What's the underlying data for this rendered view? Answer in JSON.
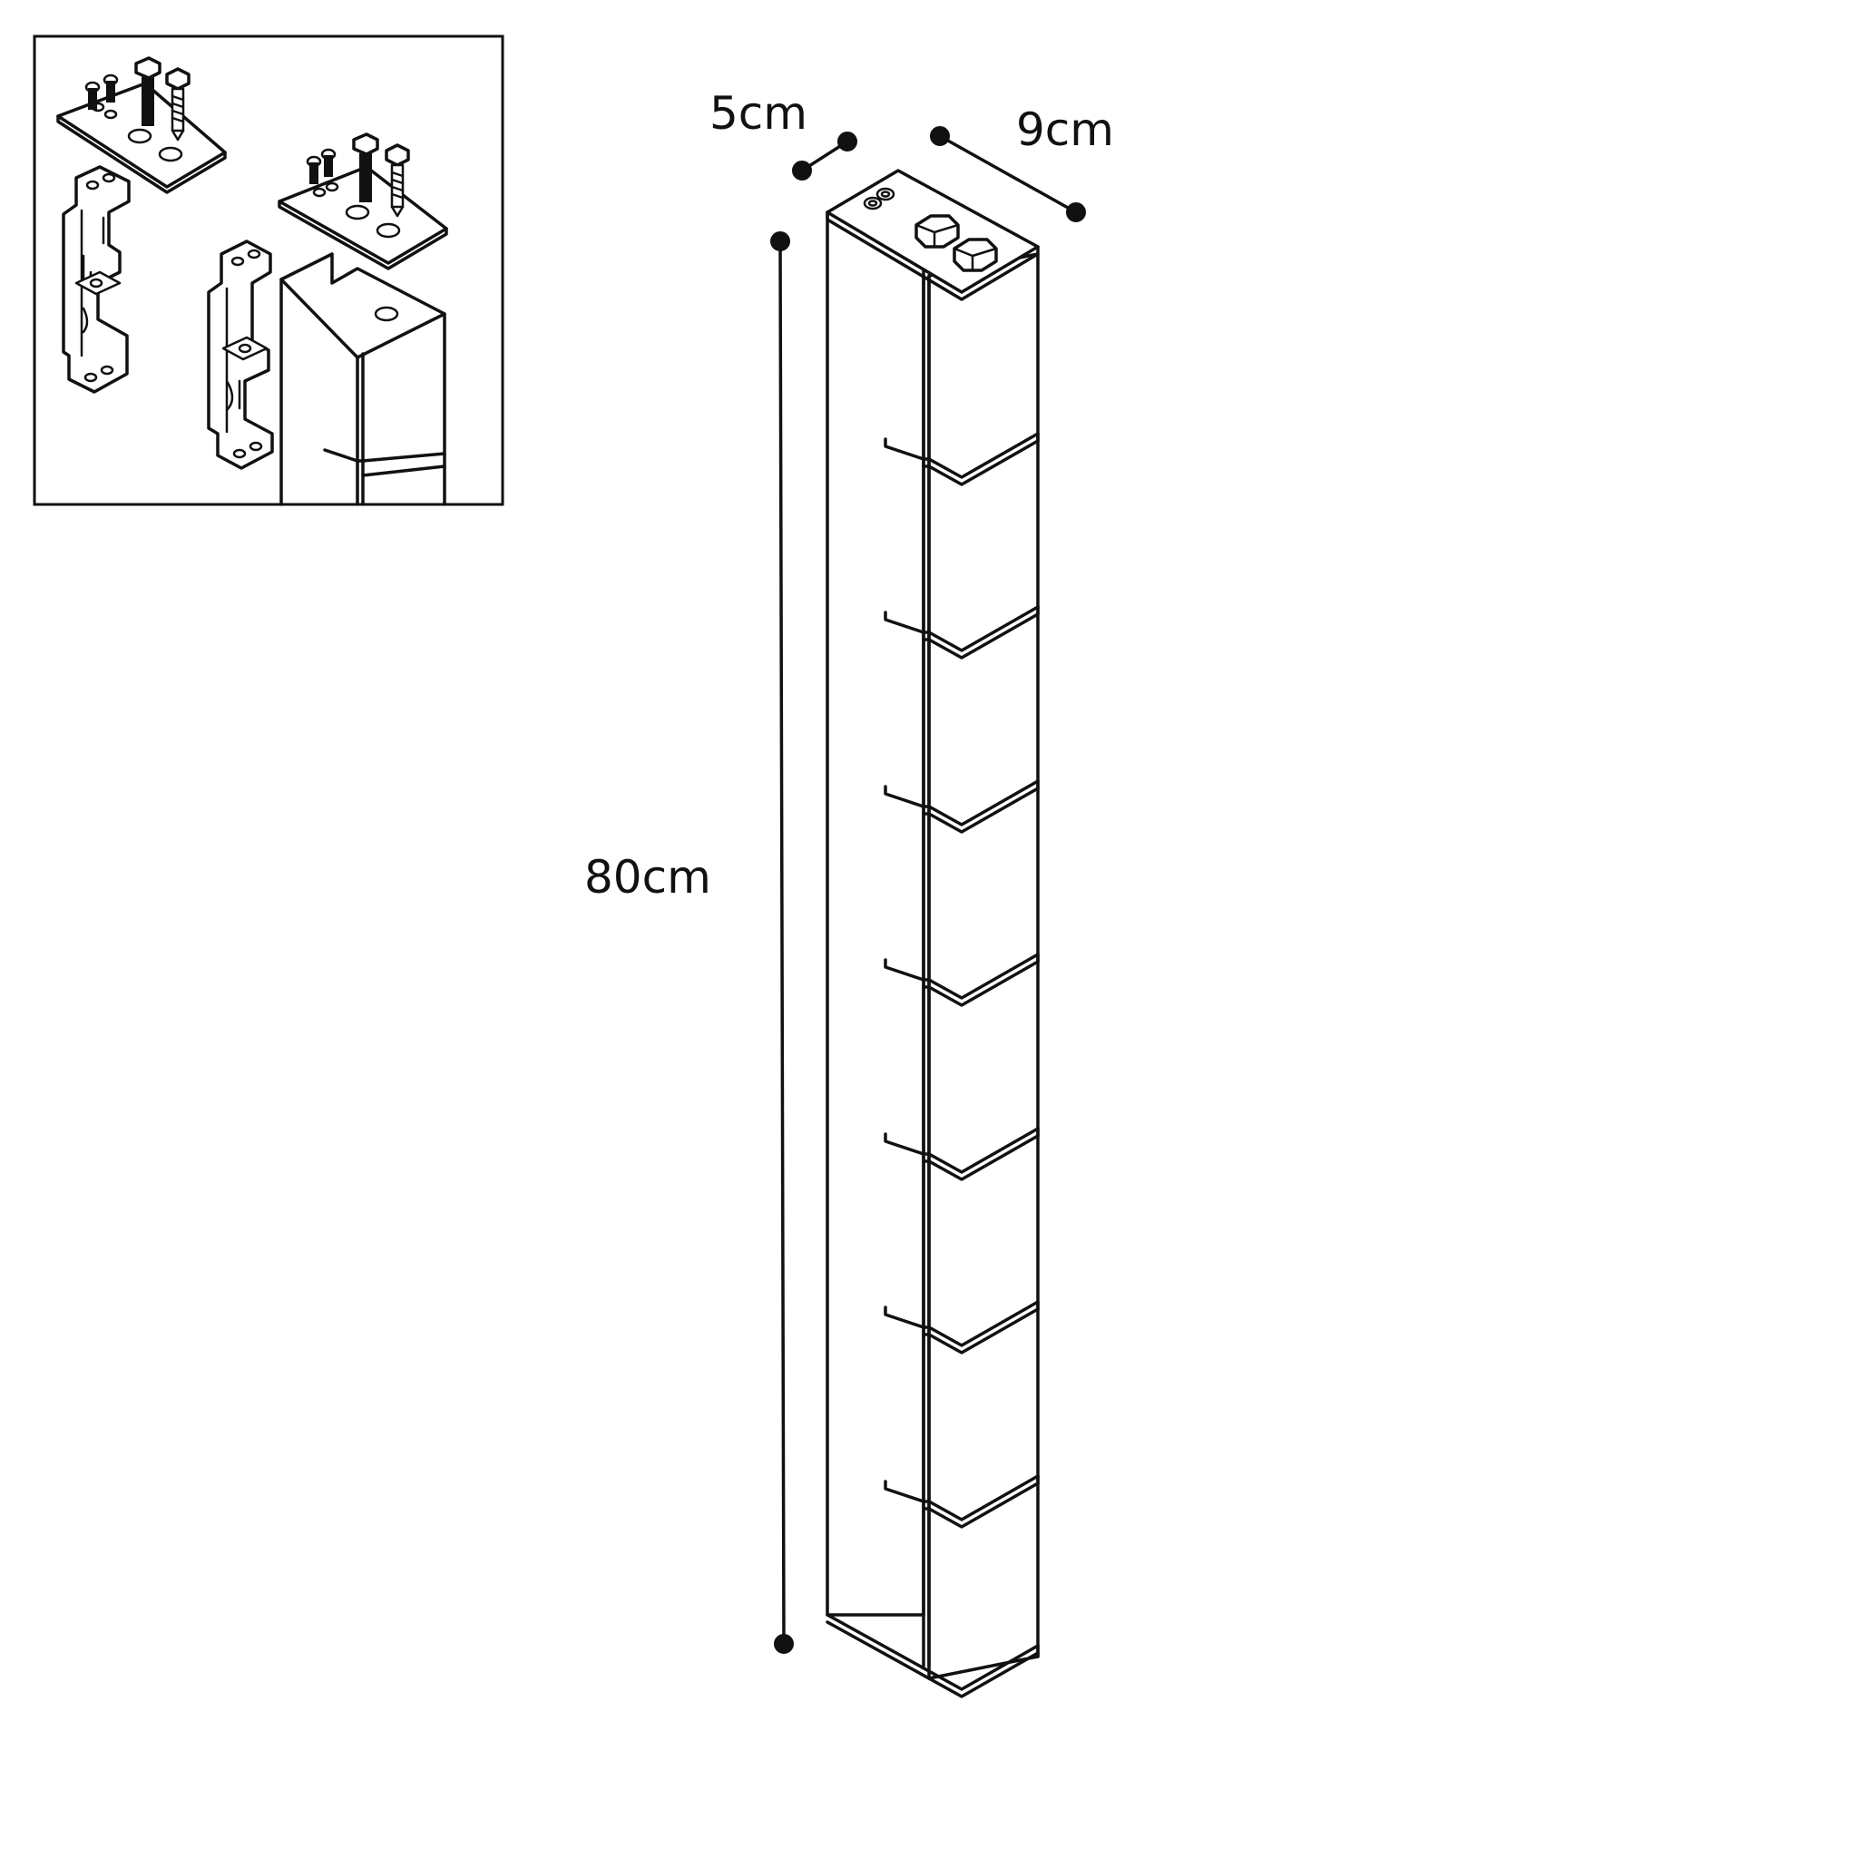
{
  "dimensions": {
    "depth": "5cm",
    "width": "9cm",
    "height": "80cm"
  },
  "post": {
    "panel_count": 8,
    "top_bolt_count": 2,
    "top_small_screw_count": 2
  },
  "inset": {
    "plate_count": 2,
    "bracket_count": 2
  }
}
